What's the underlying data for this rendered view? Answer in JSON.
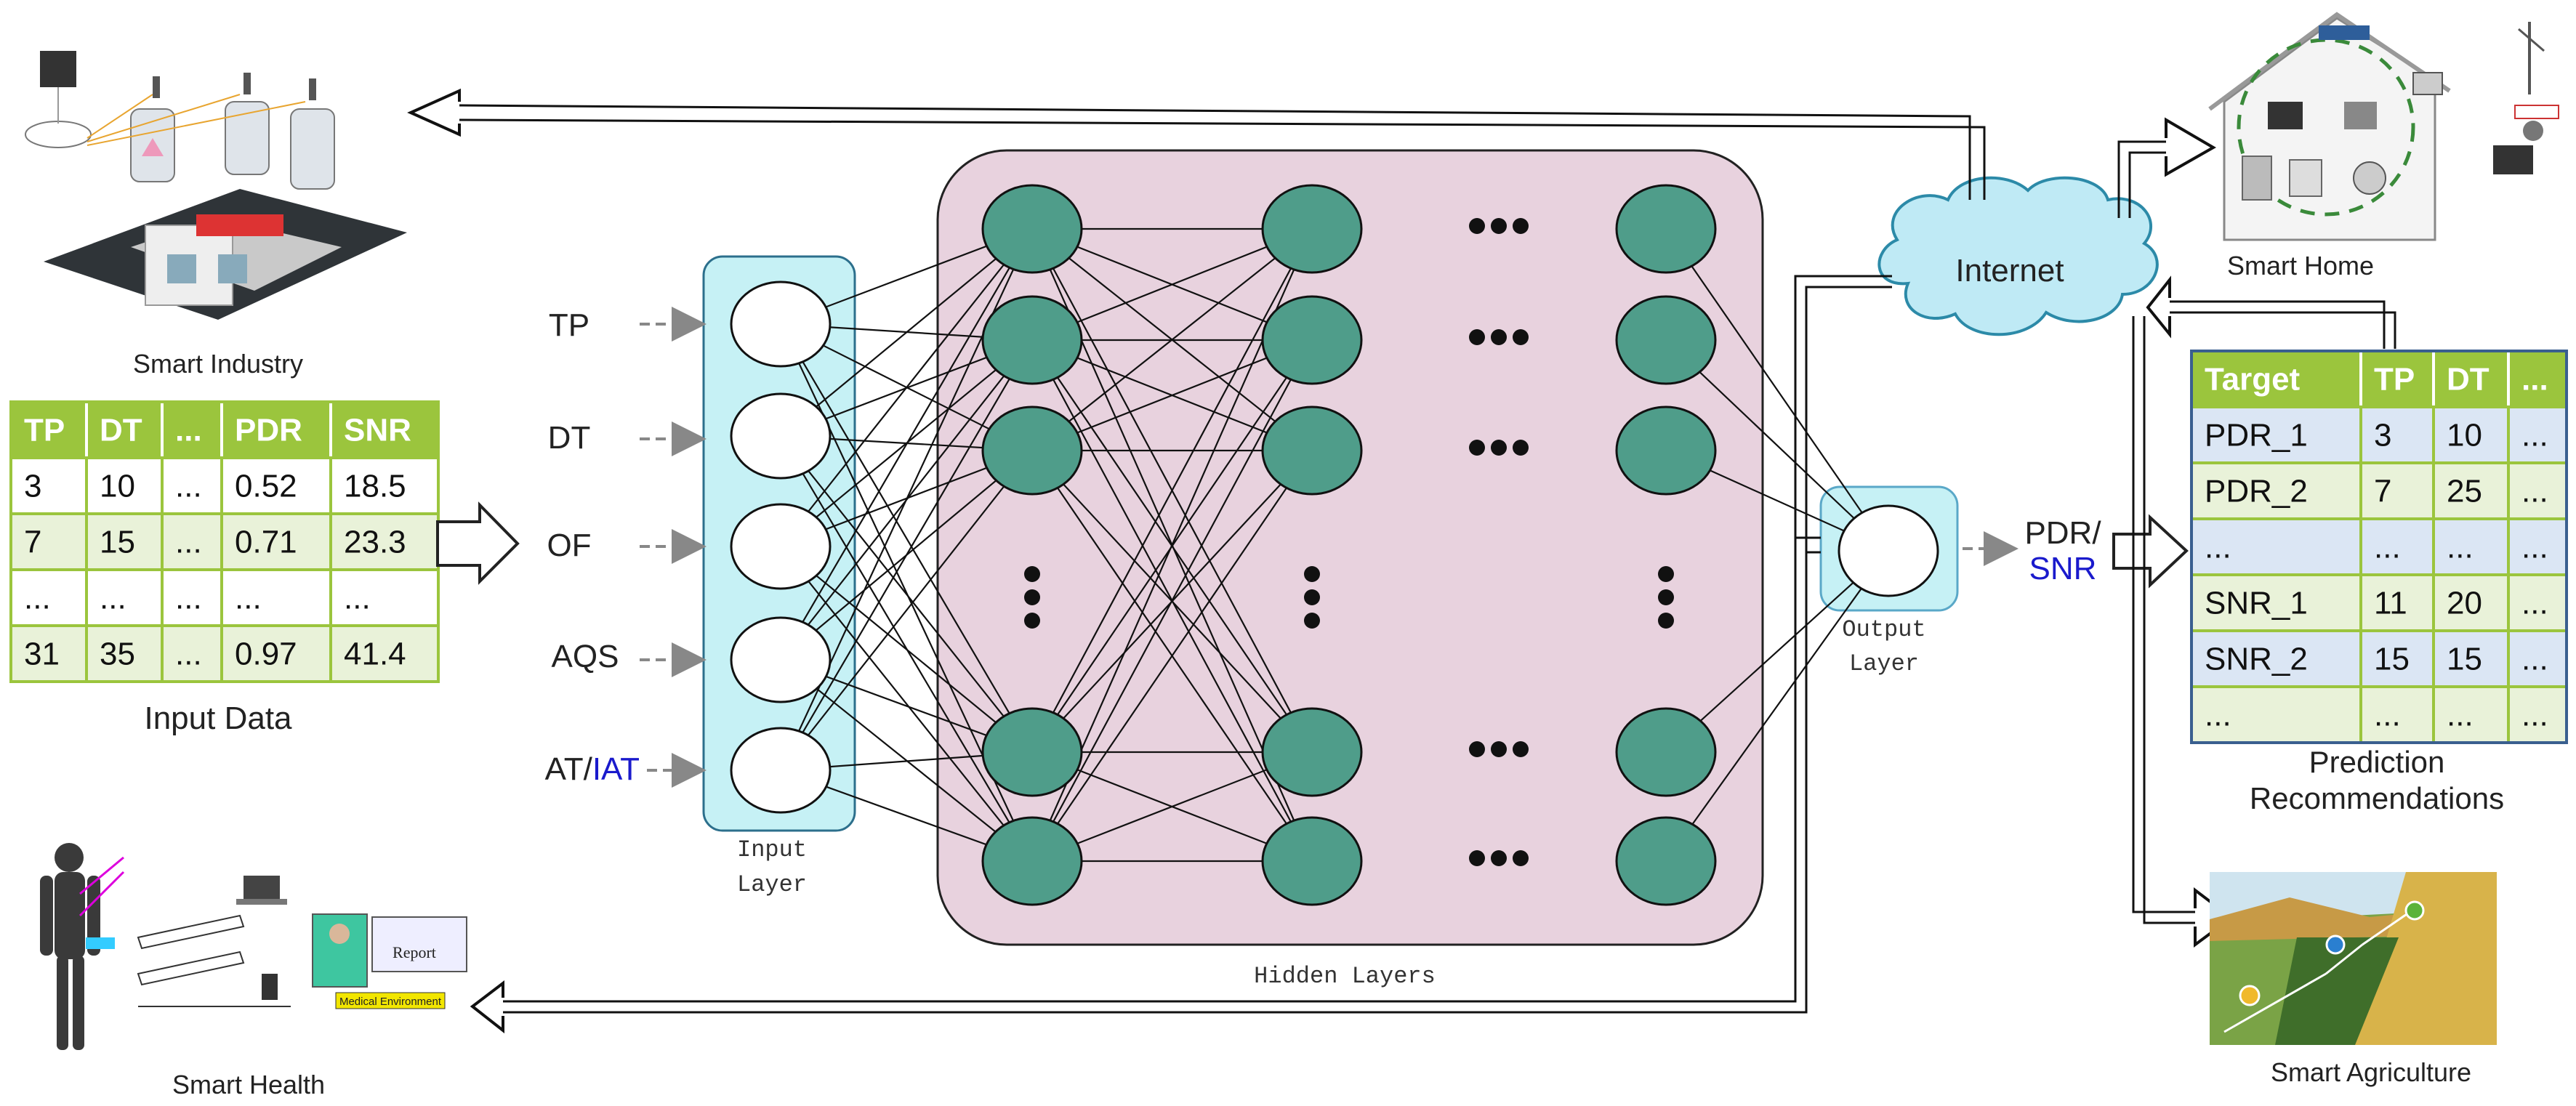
{
  "inputs": [
    "TP",
    "DT",
    "OF",
    "AQS",
    "AT/"
  ],
  "inputs_last_suffix": "IAT",
  "input_layer_label": [
    "Input",
    "Layer"
  ],
  "hidden_layers_label": "Hidden Layers",
  "output_layer_label": [
    "Output",
    "Layer"
  ],
  "output_label_top": "PDR/",
  "output_label_bottom": "SNR",
  "cloud_label": "Internet",
  "input_data_caption": "Input Data",
  "input_table": {
    "headers": [
      "TP",
      "DT",
      "...",
      "PDR",
      "SNR"
    ],
    "rows": [
      [
        "3",
        "10",
        "...",
        "0.52",
        "18.5"
      ],
      [
        "7",
        "15",
        "...",
        "0.71",
        "23.3"
      ],
      [
        "...",
        "...",
        "...",
        "...",
        "..."
      ],
      [
        "31",
        "35",
        "...",
        "0.97",
        "41.4"
      ]
    ]
  },
  "prediction_table": {
    "headers": [
      "Target",
      "TP",
      "DT",
      "..."
    ],
    "rows": [
      [
        "PDR_1",
        "3",
        "10",
        "..."
      ],
      [
        "PDR_2",
        "7",
        "25",
        "..."
      ],
      [
        "...",
        "...",
        "...",
        "..."
      ],
      [
        "SNR_1",
        "11",
        "20",
        "..."
      ],
      [
        "SNR_2",
        "15",
        "15",
        "..."
      ],
      [
        "...",
        "...",
        "...",
        "..."
      ]
    ]
  },
  "prediction_caption": [
    "Prediction",
    "Recommendations"
  ],
  "applications": {
    "smart_industry": "Smart Industry",
    "smart_health": "Smart Health",
    "smart_home": "Smart Home",
    "smart_agriculture": "Smart Agriculture"
  },
  "health_image": {
    "report": "Report",
    "environment": "Medical Environment"
  },
  "colors": {
    "input_layer_fill": "#c6f1f5",
    "input_layer_stroke": "#5aa8c8",
    "hidden_fill": "#e8d2de",
    "neuron_fill": "#4f9d8a",
    "table_header": "#9bc53d",
    "table_green": "#e9f2d9",
    "table_blue": "#dbe6f4",
    "cloud_fill": "#bfeaf5",
    "iat_blue": "#1a1acc"
  }
}
